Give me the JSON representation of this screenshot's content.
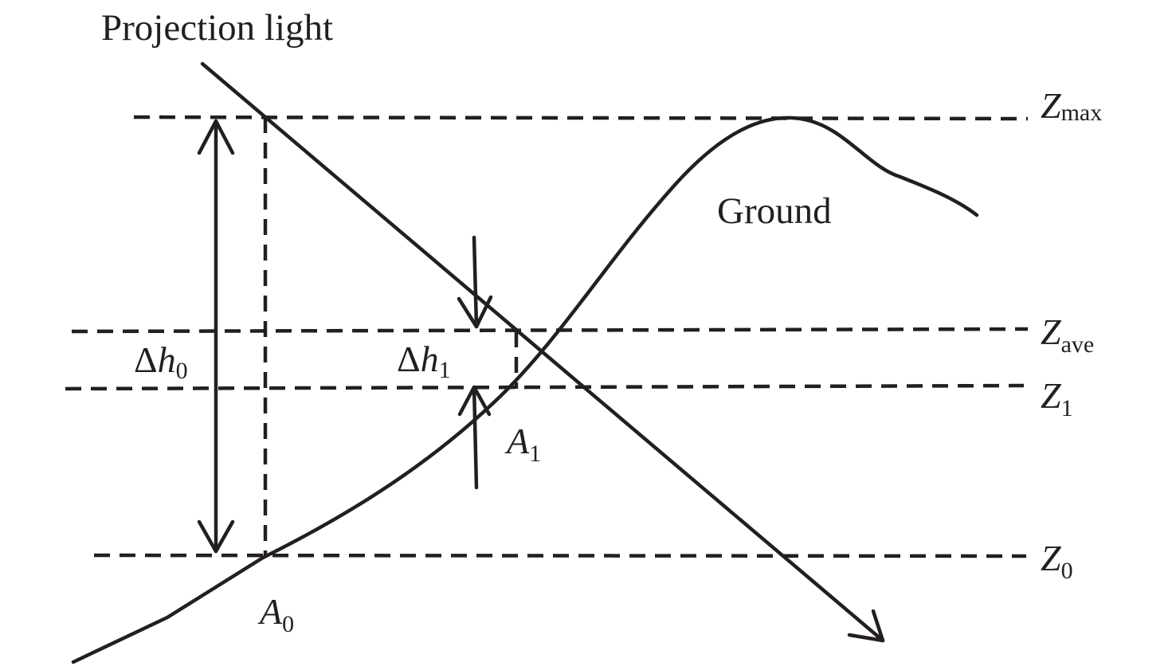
{
  "labels": {
    "projection_light": "Projection light",
    "ground": "Ground",
    "z_max": {
      "main": "Z",
      "sub": "max"
    },
    "z_ave": {
      "main": "Z",
      "sub": "ave"
    },
    "z_1": {
      "main": "Z",
      "sub": "1"
    },
    "z_0": {
      "main": "Z",
      "sub": "0"
    },
    "delta_h0": {
      "delta": "Δ",
      "main": "h",
      "sub": "0"
    },
    "delta_h1": {
      "delta": "Δ",
      "main": "h",
      "sub": "1"
    },
    "a_1": {
      "main": "A",
      "sub": "1"
    },
    "a_0": {
      "main": "A",
      "sub": "0"
    }
  },
  "colors": {
    "ink": "#231f20",
    "background": "#ffffff"
  }
}
